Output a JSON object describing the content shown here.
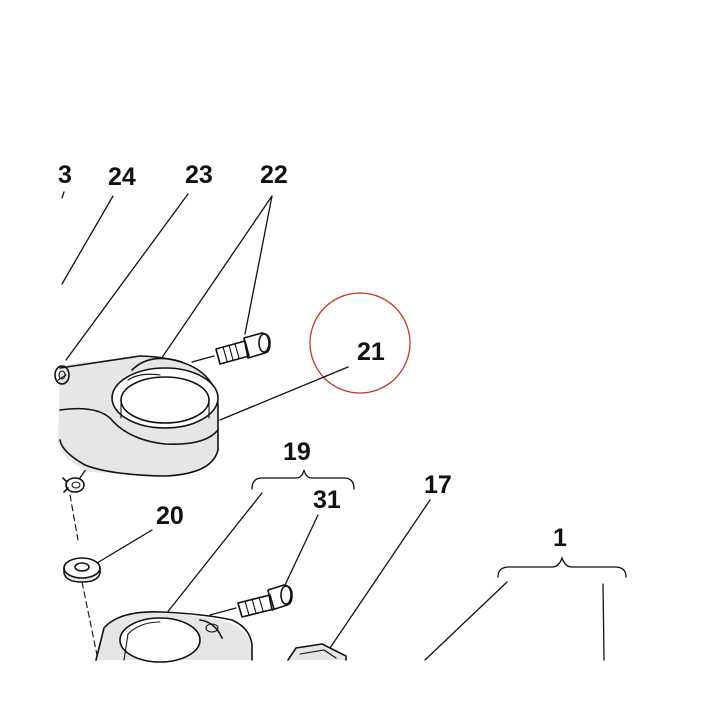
{
  "callouts": {
    "c3": "3",
    "c24": "24",
    "c23": "23",
    "c22": "22",
    "c21": "21",
    "c19": "19",
    "c31": "31",
    "c20": "20",
    "c17": "17",
    "c1": "1"
  },
  "colors": {
    "ink": "#111111",
    "highlight_circle": "#c0392b",
    "background": "#ffffff"
  }
}
